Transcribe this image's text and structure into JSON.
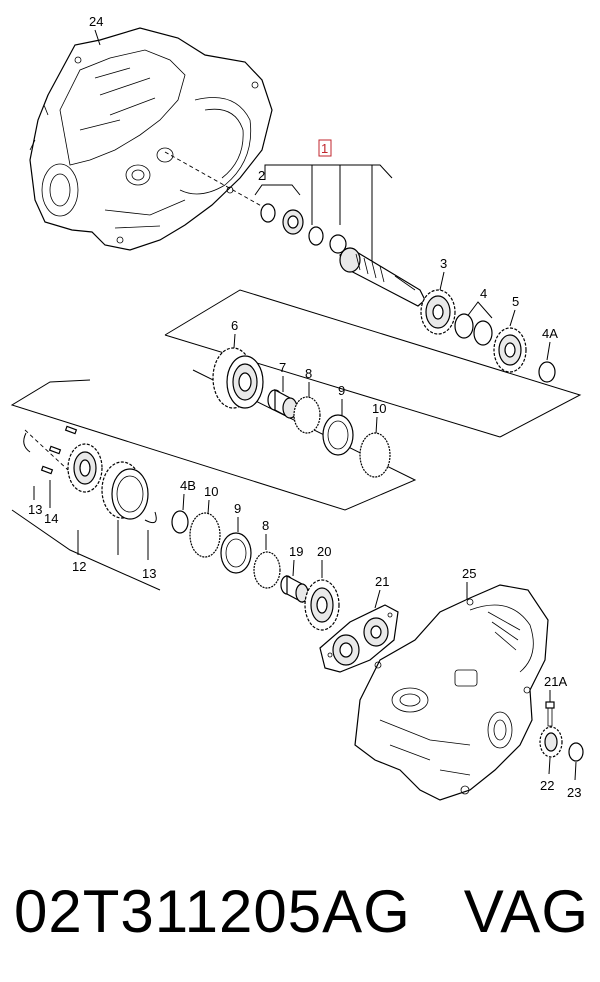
{
  "callouts": {
    "c24": "24",
    "c1": "1",
    "c2": "2",
    "c3": "3",
    "c4": "4",
    "c5": "5",
    "c4A": "4A",
    "c6": "6",
    "c7": "7",
    "c8a": "8",
    "c9a": "9",
    "c10a": "10",
    "c13a": "13",
    "c14": "14",
    "c12": "12",
    "c13b": "13",
    "c4B": "4B",
    "c10b": "10",
    "c9b": "9",
    "c8b": "8",
    "c19": "19",
    "c20": "20",
    "c21": "21",
    "c25": "25",
    "c21A": "21A",
    "c22": "22",
    "c23": "23"
  },
  "caption": {
    "part_number": "02T311205AG",
    "brand": "VAG"
  },
  "colors": {
    "highlight": "#c0262d",
    "line": "#000000",
    "background": "#ffffff"
  }
}
